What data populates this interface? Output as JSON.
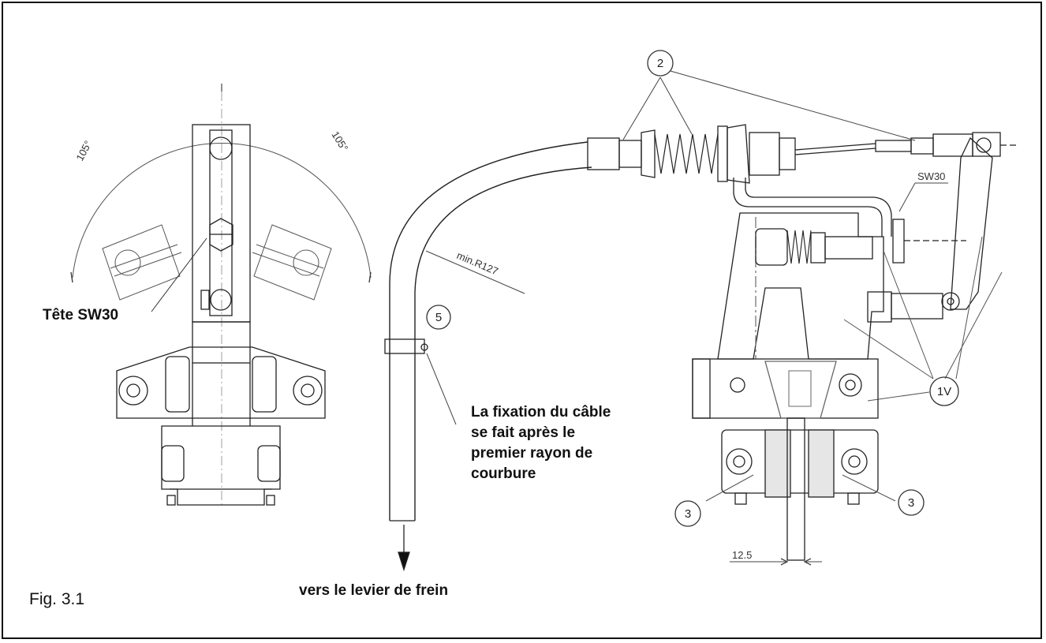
{
  "figure": {
    "caption": "Fig. 3.1"
  },
  "left_view": {
    "angle_left": "105°",
    "angle_right": "105°",
    "head_label": "Tête SW30"
  },
  "right_view": {
    "callout_2": "2",
    "callout_5": "5",
    "callout_1v": "1V",
    "callout_3_left": "3",
    "callout_3_right": "3",
    "radius_label": "min.R127",
    "sw30_label": "SW30",
    "dimension_label": "12.5",
    "fixation_note": [
      "La fixation du câble",
      "se fait après le",
      "premier rayon de",
      "courbure"
    ],
    "arrow_label": "vers le levier de frein"
  }
}
